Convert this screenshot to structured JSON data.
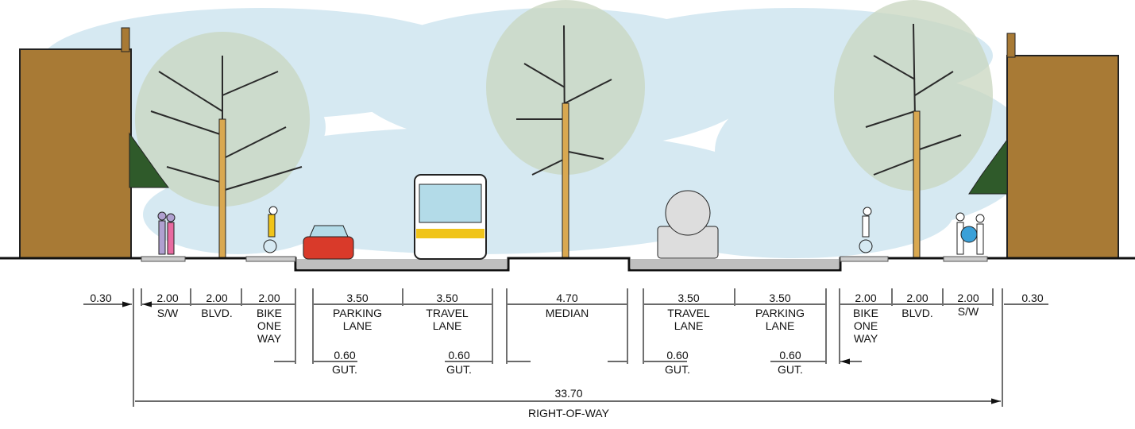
{
  "title": "Street cross-section",
  "colors": {
    "building": "#a87a35",
    "awning": "#2f5a2a",
    "sky": "#d6e9f2",
    "road": "#bfbfbf",
    "bus_stripe": "#f0c419",
    "car": "#d93a2a"
  },
  "left": {
    "edge": {
      "value": "0.30"
    },
    "sidewalk": {
      "value": "2.00",
      "label": "S/W"
    },
    "boulevard": {
      "value": "2.00",
      "label": "BLVD."
    },
    "bike": {
      "value": "2.00",
      "label1": "BIKE",
      "label2": "ONE",
      "label3": "WAY"
    },
    "parking": {
      "value": "3.50",
      "label1": "PARKING",
      "label2": "LANE",
      "gutter_value": "0.60",
      "gutter_label": "GUT."
    },
    "travel": {
      "value": "3.50",
      "label1": "TRAVEL",
      "label2": "LANE",
      "gutter_value": "0.60",
      "gutter_label": "GUT."
    }
  },
  "median": {
    "value": "4.70",
    "label": "MEDIAN"
  },
  "right": {
    "travel": {
      "value": "3.50",
      "label1": "TRAVEL",
      "label2": "LANE",
      "gutter_value": "0.60",
      "gutter_label": "GUT."
    },
    "parking": {
      "value": "3.50",
      "label1": "PARKING",
      "label2": "LANE",
      "gutter_value": "0.60",
      "gutter_label": "GUT."
    },
    "bike": {
      "value": "2.00",
      "label1": "BIKE",
      "label2": "ONE",
      "label3": "WAY"
    },
    "boulevard": {
      "value": "2.00",
      "label": "BLVD."
    },
    "sidewalk": {
      "value": "2.00",
      "label": "S/W"
    },
    "edge": {
      "value": "0.30"
    }
  },
  "total": {
    "value": "33.70",
    "label": "RIGHT-OF-WAY"
  }
}
